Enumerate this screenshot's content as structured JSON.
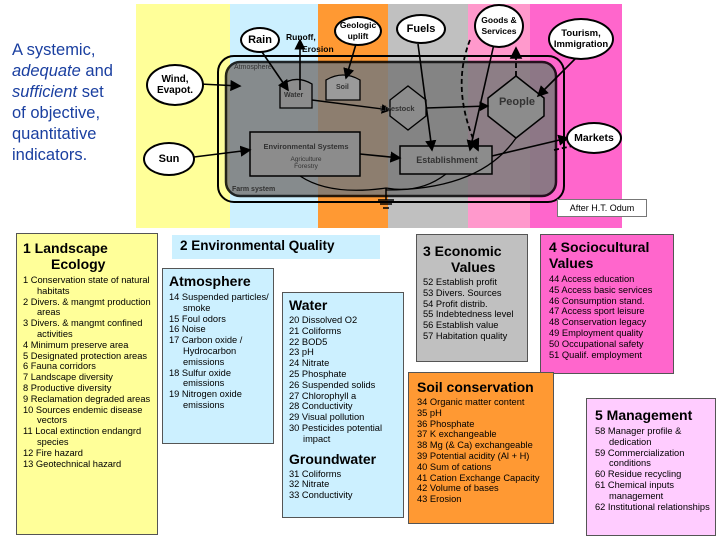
{
  "intro": {
    "line1": "A systemic,",
    "w_adequate": "adequate",
    "w_and": "and",
    "w_sufficient": "sufficient",
    "w_set": "set",
    "line3": "of objective,",
    "line4": "quantitative",
    "line5": "indicators."
  },
  "diagram": {
    "sources": {
      "rain": "Rain",
      "geologic": "Geologic uplift",
      "fuels": "Fuels",
      "goods": "Goods & Services",
      "tourism": "Tourism, Immigration",
      "wind": "Wind, Evapot.",
      "sun": "Sun",
      "markets": "Markets"
    },
    "labels": {
      "runoff": "Runoff,",
      "erosion": "Erosion",
      "water": "Water",
      "soil": "Soil",
      "livestock": "Livestock",
      "people": "People",
      "env_systems": "Environmental Systems",
      "env_sub": "Agriculture Forestry",
      "establishment": "Establishment",
      "farm_system": "Farm system",
      "atmosphere": "Atmosphere"
    },
    "credit": "After H.T. Odum",
    "colors": {
      "stripe_yellow": "#ffff99",
      "stripe_cyan": "#ccf0ff",
      "stripe_orange": "#ff9933",
      "stripe_gray": "#c0c0c0",
      "stripe_pink": "#ff99cc",
      "stripe_magenta": "#ff66cc"
    }
  },
  "panels": {
    "landscape": {
      "title1": "1 Landscape",
      "title2": "Ecology",
      "color": "#ffff99",
      "items": [
        "1 Conservation state of natural habitats",
        "2 Divers. & mangmt production areas",
        "3 Divers. & mangmt confined activities",
        "4 Minimum preserve area",
        "5 Designated protection areas",
        "6 Fauna corridors",
        "7 Landscape diversity",
        "8 Productive diversity",
        "9 Reclamation degraded areas",
        "10 Sources endemic disease vectors",
        "11 Local extinction endangrd species",
        "12 Fire hazard",
        "13 Geotechnical hazard"
      ]
    },
    "env_quality": {
      "title": "2 Environmental Quality",
      "color": "#ccf0ff"
    },
    "atmosphere": {
      "title": "Atmosphere",
      "items": [
        "14 Suspended particles/ smoke",
        "15 Foul odors",
        "16 Noise",
        "17 Carbon oxide / Hydrocarbon emissions",
        "18 Sulfur oxide emissions",
        "19 Nitrogen oxide emissions"
      ]
    },
    "water": {
      "title": "Water",
      "items": [
        "20 Dissolved O2",
        "21 Coliforms",
        "22 BOD5",
        "23 pH",
        "24 Nitrate",
        "25 Phosphate",
        "26 Suspended solids",
        "27 Chlorophyll a",
        "28 Conductivity",
        "29 Visual pollution",
        "30 Pesticides potential impact"
      ],
      "gw_title": "Groundwater",
      "gw_items": [
        "31 Coliforms",
        "32 Nitrate",
        "33 Conductivity"
      ]
    },
    "economic": {
      "title1": "3 Economic",
      "title2": "Values",
      "color": "#c0c0c0",
      "items": [
        "52 Establish profit",
        "53 Divers. Sources",
        "54 Profit distrib.",
        "55 Indebtedness level",
        "56 Establish value",
        "57 Habitation quality"
      ]
    },
    "sociocultural": {
      "title1": "4 Sociocultural",
      "title2": "Values",
      "color": "#ff66cc",
      "items": [
        "44 Access education",
        "45 Access basic services",
        "46 Consumption stand.",
        "47 Access sport  leisure",
        "48 Conservation legacy",
        "49 Employment quality",
        "50 Occupational safety",
        "51 Qualif. employment"
      ]
    },
    "soil": {
      "title": "Soil conservation",
      "color": "#ff9933",
      "items": [
        "34 Organic matter content",
        "35 pH",
        "36 Phosphate",
        "37 K exchangeable",
        "38 Mg (& Ca) exchangeable",
        "39 Potential acidity (Al + H)",
        "40 Sum of cations",
        "41 Cation Exchange Capacity",
        "42 Volume of bases",
        "43 Erosion"
      ]
    },
    "management": {
      "title": "5 Management",
      "color": "#ffccff",
      "items": [
        "58 Manager profile & dedication",
        "59 Commercialization conditions",
        "60 Residue recycling",
        "61 Chemical inputs management",
        "62 Institutional relationships"
      ]
    }
  }
}
